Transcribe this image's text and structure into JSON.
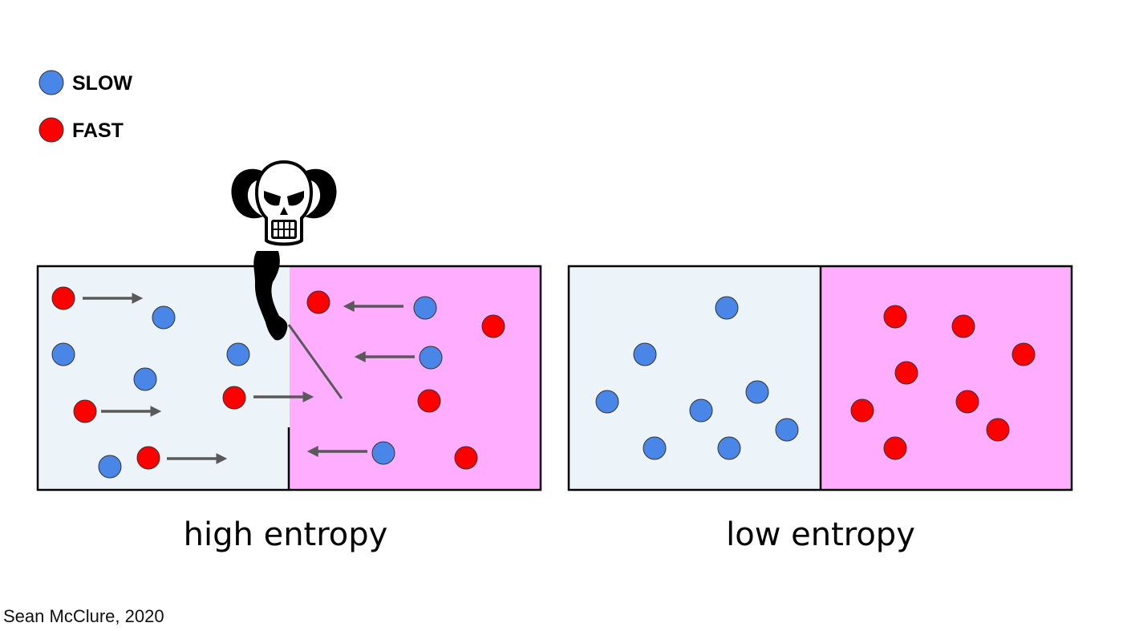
{
  "legend": {
    "items": [
      {
        "label": "SLOW",
        "color": "#4a86e8"
      },
      {
        "label": "FAST",
        "color": "#ff0000"
      }
    ]
  },
  "colors": {
    "slow": "#4a86e8",
    "fast": "#ff0000",
    "left_chamber": "#edf4f9",
    "right_chamber": "#ffadff",
    "arrow": "#595959",
    "outline": "#000000"
  },
  "panels": [
    {
      "caption": "high entropy"
    },
    {
      "caption": "low entropy"
    }
  ],
  "demon": {
    "icon": "horned-skull-demon-icon"
  },
  "credit": "Sean McClure, 2020"
}
